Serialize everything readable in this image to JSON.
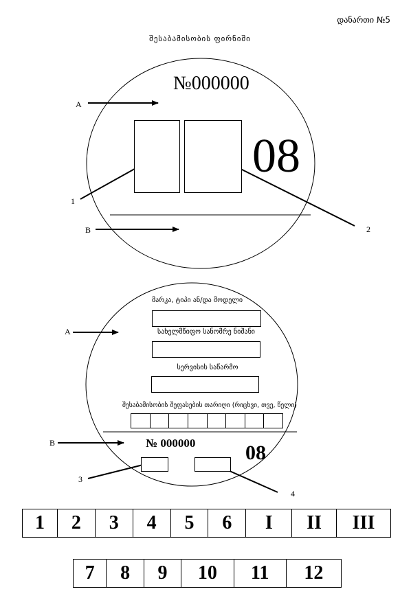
{
  "header": {
    "appendix": "დანართი №5",
    "title": "შესაბამისობის ფირნიში"
  },
  "disc1": {
    "number": "№000000",
    "year_code": "08",
    "label_a": "A",
    "label_b": "B",
    "callout_1": "1",
    "callout_2": "2"
  },
  "disc2": {
    "field_make": "მარკა, ტიპი ან/და მოდელი",
    "field_plate": "სახელმწიფო სანომრე ნიშანი",
    "field_service": "სერვისის საწარმო",
    "field_date": "შესაბამისობის შეფასების თარიღი (რიცხვი, თვე, წელი)",
    "number": "№ 000000",
    "year_code": "08",
    "label_a": "A",
    "label_b": "B",
    "callout_3": "3",
    "callout_4": "4"
  },
  "table_top": [
    "1",
    "2",
    "3",
    "4",
    "5",
    "6",
    "I",
    "II",
    "III"
  ],
  "table_bottom": [
    "7",
    "8",
    "9",
    "10",
    "11",
    "12"
  ]
}
